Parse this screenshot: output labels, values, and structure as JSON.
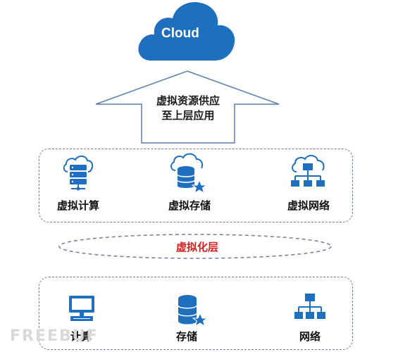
{
  "cloud": {
    "label": "Cloud",
    "color": "#1f6fbf"
  },
  "arrow": {
    "line1": "虚拟资源供应",
    "line2": "至上层应用",
    "stroke": "#5a7fa8"
  },
  "virtual_group": {
    "items": [
      {
        "label": "虚拟计算",
        "icon": "cloud-server-icon"
      },
      {
        "label": "虚拟存储",
        "icon": "cloud-database-star-icon"
      },
      {
        "label": "虚拟网络",
        "icon": "cloud-network-icon"
      }
    ]
  },
  "layer": {
    "label": "虚拟化层",
    "color": "#d52121"
  },
  "physical_group": {
    "items": [
      {
        "label": "计算",
        "icon": "computer-icon"
      },
      {
        "label": "存储",
        "icon": "database-star-icon"
      },
      {
        "label": "网络",
        "icon": "network-icon"
      }
    ]
  },
  "watermark": {
    "text": "FREEBUF"
  },
  "colors": {
    "icon_blue": "#1f6fbf",
    "dashed_border": "#6e7f96"
  }
}
